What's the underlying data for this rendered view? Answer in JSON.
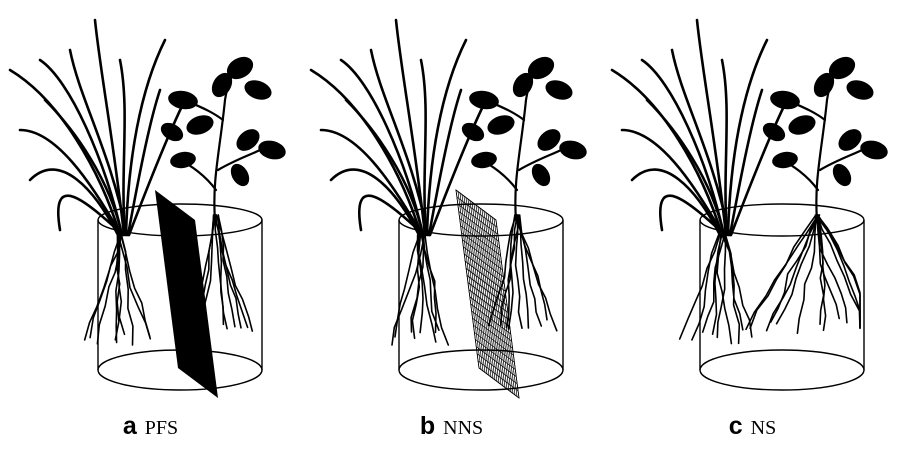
{
  "panels": [
    {
      "letter": "a",
      "name": "PFS",
      "divider": "solid"
    },
    {
      "letter": "b",
      "name": "NNS",
      "divider": "mesh"
    },
    {
      "letter": "c",
      "name": "NS",
      "divider": "none"
    }
  ],
  "colors": {
    "ink": "#000000",
    "background": "#ffffff"
  },
  "icons": [
    "rice-plant-icon",
    "legume-plant-icon",
    "pot-cylinder-icon",
    "root-system-icon"
  ]
}
